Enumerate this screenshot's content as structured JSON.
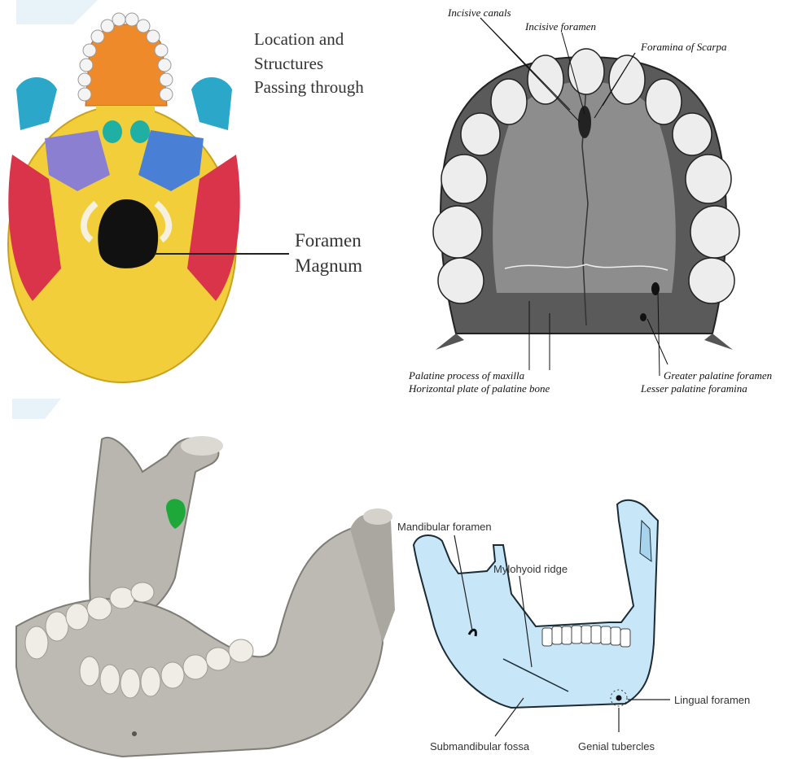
{
  "panel_skull_base": {
    "title_lines": [
      "Location and",
      "Structures",
      "Passing through"
    ],
    "label_lines": [
      "Foramen",
      "Magnum"
    ]
  },
  "panel_palate": {
    "labels": {
      "incisive_canals": "Incisive canals",
      "incisive_foramen": "Incisive foramen",
      "foramina_scarpa": "Foramina of Scarpa",
      "palatine_process": "Palatine process of maxilla",
      "horizontal_plate": "Horizontal plate of palatine bone",
      "greater_palatine": "Greater palatine foramen",
      "lesser_palatine": "Lesser palatine foramina"
    }
  },
  "panel_mandible_diagram": {
    "labels": {
      "mandibular_foramen": "Mandibular foramen",
      "mylohyoid_ridge": "Mylohyoid ridge",
      "lingual_foramen": "Lingual foramen",
      "submandibular_fossa": "Submandibular fossa",
      "genial_tubercles": "Genial tubercles"
    }
  },
  "colors": {
    "skull_yellow": "#f2cf3a",
    "skull_red": "#d9344a",
    "skull_blue": "#4a7fd6",
    "skull_orange": "#ee8a2a",
    "skull_cyan": "#2aa7c9",
    "mandible_fill": "#c7e6f7",
    "foramen_green": "#1fa83a"
  }
}
